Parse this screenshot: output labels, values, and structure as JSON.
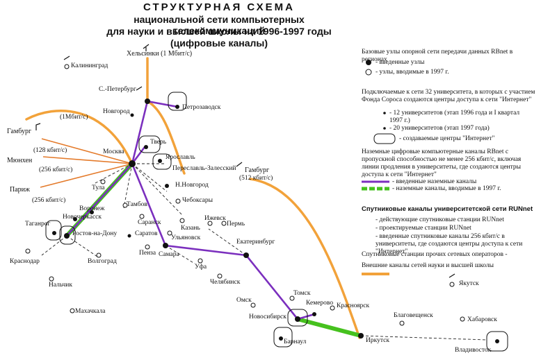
{
  "title": {
    "line1": "СТРУКТУРНАЯ СХЕМА",
    "line2": "национальной сети компьютерных телекоммуникаций",
    "line3": "для науки и высшей школы на 1996-1997 годы",
    "line4": "(цифровые каналы)"
  },
  "external": {
    "helsinki": "Хельсинки (1 Мбит/с)",
    "hamburg_west": "Гамбург",
    "hamburg_west_speed": "(1Мбит/с)",
    "munich": "Мюнхен",
    "munich_speed_top": "(128 кбит/с)",
    "munich_speed": "(256 кбит/с)",
    "paris": "Париж",
    "paris_speed": "(256 кбит/с)",
    "hamburg_east": "Гамбург",
    "hamburg_east_speed": "(512 кбит/с)"
  },
  "cities": {
    "kaliningrad": "Калининград",
    "spb": "С.-Петербург",
    "novgorod": "Новгород",
    "petrozavodsk": "Петрозаводск",
    "moscow": "Москва",
    "tver": "Тверь",
    "yaroslavl": "Ярославль",
    "pereslavl": "Переславль-Залесский",
    "nnovgorod": "Н.Новгород",
    "tula": "Тула",
    "cheboksary": "Чебоксары",
    "tambov": "Тамбов",
    "voronezh": "Воронеж",
    "novocherkassk": "Новочеркасск",
    "saransk": "Саранск",
    "kazan": "Казань",
    "izhevsk": "Ижевск",
    "perm": "Пермь",
    "taganrog": "Таганрог",
    "rostov": "Ростов-на-Дону",
    "saratov": "Саратов",
    "ulyanovsk": "Ульяновск",
    "ekaterinburg": "Екатеринбург",
    "penza": "Пенза",
    "samara": "Самара",
    "ufa": "Уфа",
    "krasnodar": "Краснодар",
    "volgograd": "Волгоград",
    "chelyabinsk": "Челябинск",
    "nalchik": "Нальчик",
    "omsk": "Омск",
    "tomsk": "Томск",
    "kemerovo": "Кемерово",
    "krasnoyarsk": "Красноярск",
    "makhachkala": "Махачкала",
    "novosibirsk": "Новосибирск",
    "barnaul": "Барнаул",
    "irkutsk": "Иркутск",
    "blagoveshchensk": "Благовещенск",
    "khabarovsk": "Хабаровск",
    "vladivostok": "Владивосток",
    "yakutsk": "Якутск"
  },
  "legend": {
    "base_header": "Базовые узлы опорной сети передачи данных RBnet в регионах",
    "base_done": "- введенные узлы",
    "base_planned": "- узлы, вводимые в 1997 г.",
    "univ_header": "Подключаемые к сети 32 университета, в которых с участием Фонда Сороса создаются центры доступа к сети \"Интернет\"",
    "univ_12": "- 12 университетов (этап 1996 года и I квартал 1997 г.)",
    "univ_20": "- 20 университетов (этап 1997 года)",
    "univ_centers": "- создаваемые центры \"Интернет\"",
    "ground_header": "Наземные цифровые компьютерные каналы RBnet с пропускной способностью не менее 256 кбит/с, включая линии продления в университеты, где создаются центры доступа к сети \"Интернет\"",
    "ground_done": "- введенные наземные каналы",
    "ground_planned": "- наземные каналы, вводимые в 1997 г.",
    "sat_header": "Спутниковые каналы университетской сети RUNnet",
    "sat_active": "- действующие спутниковые станции RUNnet",
    "sat_planned": "- проектируемые станции RUNnet",
    "sat_introduced": "- введенные спутниковые каналы 256 кбит/с в университеты, где создаются центры доступа к сети \"Интернет\"",
    "sat_other": "Спутниковые станции прочих сетевых операторов -",
    "external_channels": "Внешние каналы сетей науки и высшей школы"
  },
  "colors": {
    "ground_done": "#7b2fbe",
    "ground_planned": "#46c11e",
    "external": "#f2a23a",
    "node": "#111111"
  }
}
